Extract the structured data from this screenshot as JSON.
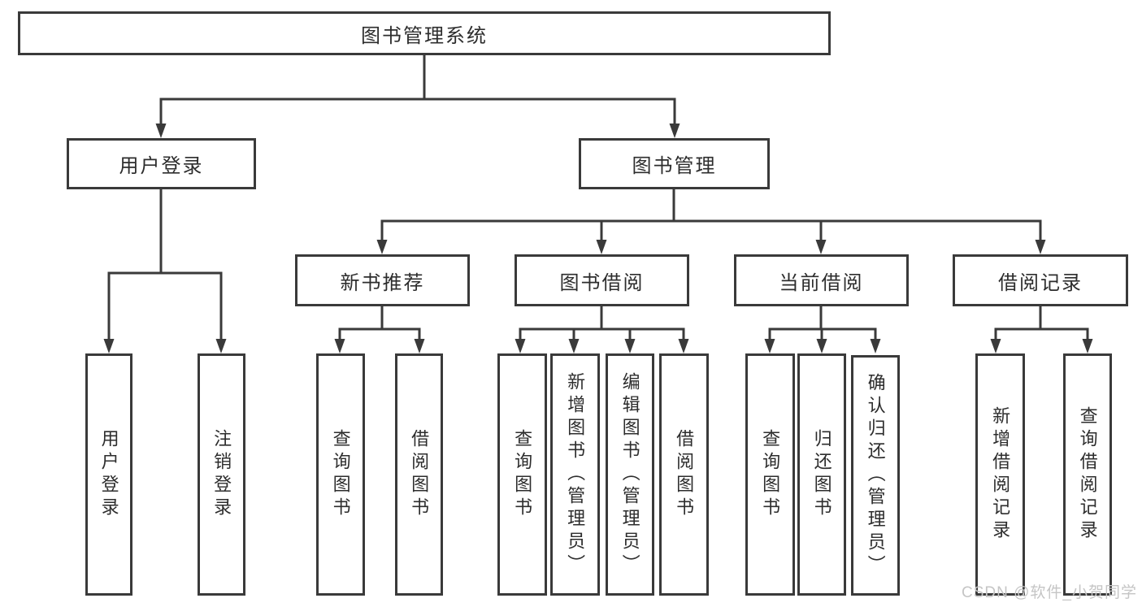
{
  "diagram": {
    "type": "hierarchy-tree",
    "title": "图书管理系统",
    "watermark": "CSDN @软件_小贺同学",
    "colors": {
      "line": "#3a3a3a",
      "box_border": "#3a3a3a",
      "box_bg": "#ffffff",
      "text": "#2d2d2d",
      "watermark": "#c5c5c5",
      "background": "#ffffff"
    },
    "hierarchy": {
      "图书管理系统": {
        "用户登录": [
          "用户登录",
          "注销登录"
        ],
        "图书管理": {
          "新书推荐": [
            "查询图书",
            "借阅图书"
          ],
          "图书借阅": [
            "查询图书",
            "新增图书（管理员）",
            "编辑图书（管理员）",
            "借阅图书"
          ],
          "当前借阅": [
            "查询图书",
            "归还图书",
            "确认归还（管理员）"
          ],
          "借阅记录": [
            "新增借阅记录",
            "查询借阅记录"
          ]
        }
      }
    }
  },
  "nodes": {
    "root": "图书管理系统",
    "login": "用户登录",
    "mgmt": "图书管理",
    "recommend": "新书推荐",
    "borrow": "图书借阅",
    "current": "当前借阅",
    "records": "借阅记录"
  },
  "leaves": {
    "user_login": "用户登录",
    "logout": "注销登录",
    "recommend_query": "查询图书",
    "recommend_borrow": "借阅图书",
    "borrow_query": "查询图书",
    "borrow_add": "新增图书（管理员）",
    "borrow_edit": "编辑图书（管理员）",
    "borrow_borrow": "借阅图书",
    "current_query": "查询图书",
    "current_return": "归还图书",
    "current_confirm": "确认归还（管理员）",
    "records_add": "新增借阅记录",
    "records_query": "查询借阅记录"
  }
}
